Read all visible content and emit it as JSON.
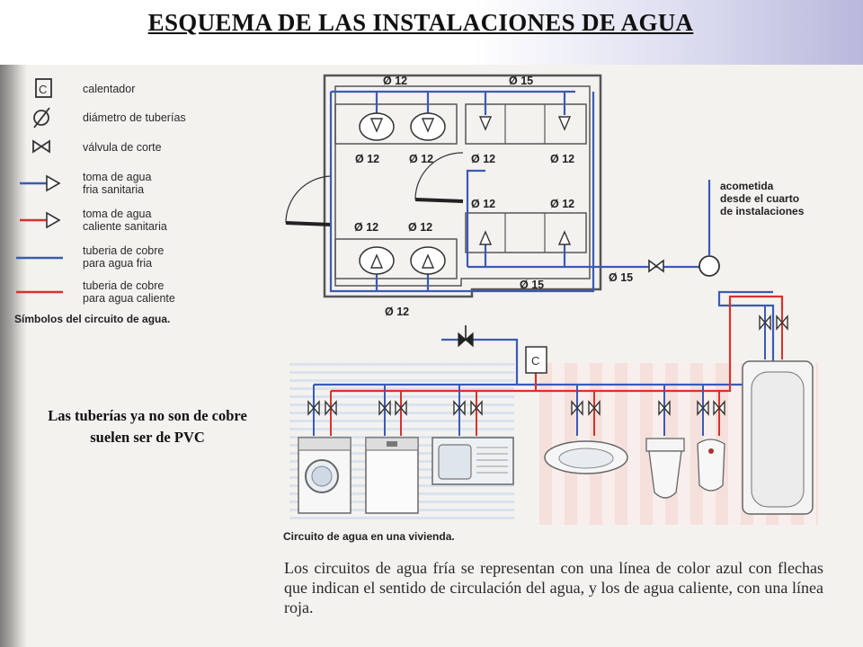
{
  "title": "ESQUEMA DE LAS INSTALACIONES DE AGUA",
  "legend": {
    "items": [
      {
        "label": "calentador",
        "symbol": "calentador-icon"
      },
      {
        "label": "diámetro de tuberías",
        "symbol": "diametro-icon"
      },
      {
        "label": "válvula de corte",
        "symbol": "valvula-icon"
      },
      {
        "label": "toma de agua\nfria sanitaria",
        "symbol": "toma-fria-icon"
      },
      {
        "label": "toma de agua\ncaliente sanitaria",
        "symbol": "toma-caliente-icon"
      },
      {
        "label": "tuberia de cobre\npara agua fria",
        "symbol": "tuberia-fria-icon"
      },
      {
        "label": "tuberia de cobre\npara agua caliente",
        "symbol": "tuberia-caliente-icon"
      }
    ],
    "caption": "Símbolos del circuito de agua."
  },
  "note": "Las tuberías ya no son de cobre\nsuelen ser de PVC",
  "plan": {
    "diameters": {
      "top_left": "Ø 12",
      "top_right": "Ø 15",
      "room_a_left": "Ø 12",
      "room_a_right": "Ø 12",
      "room_b_left": "Ø 12",
      "room_b_right": "Ø 12",
      "room_c_left": "Ø 12",
      "room_c_right": "Ø 12",
      "room_d_left": "Ø 12",
      "room_d_right": "Ø 12",
      "bottom_left": "Ø 12",
      "bottom_right": "Ø 15",
      "feed": "Ø 15"
    },
    "acometida": "acometida\ndesde el cuarto\nde instalaciones"
  },
  "circuit": {
    "heater_label": "C",
    "caption": "Circuito de agua en una vivienda.",
    "text": "Los circuitos de agua fría se representan con una línea de color azul con flechas que indican el sentido de circulación del agua, y los de agua caliente, con una línea roja."
  },
  "colors": {
    "cold": "#3a5bb5",
    "hot": "#d8322a",
    "wall": "#4a4a4a"
  }
}
